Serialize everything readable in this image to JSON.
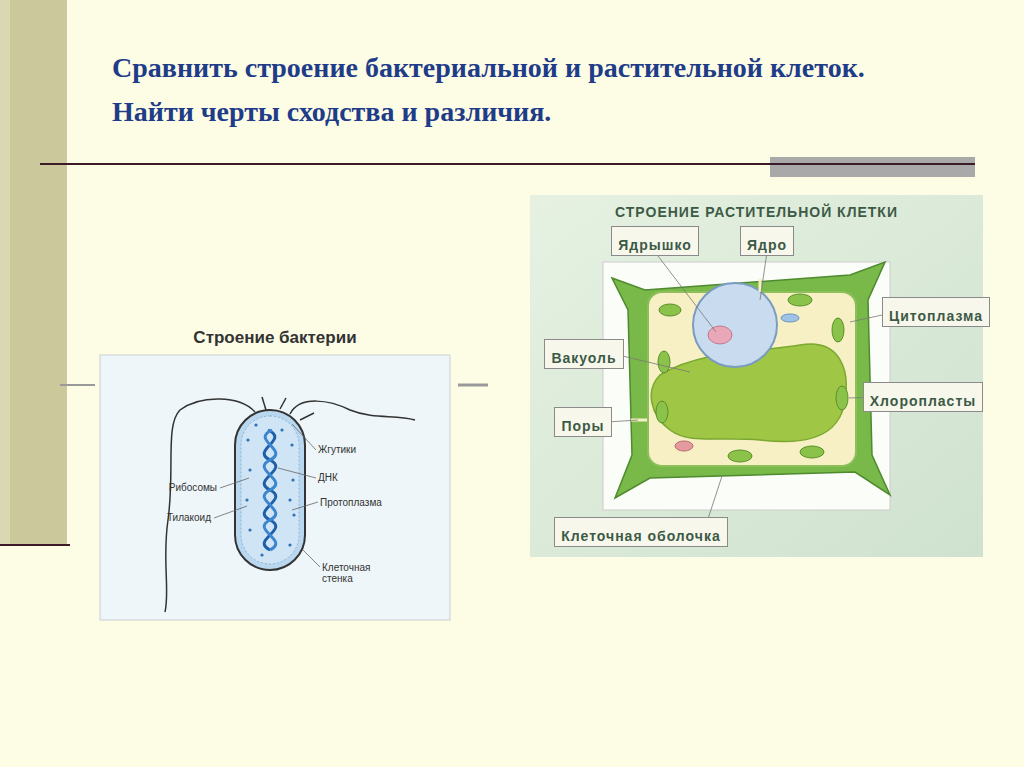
{
  "diagram": {
    "title": "Сравнить строение бактериальной и растительной клеток. Найти черты сходства и различия.",
    "nodes": [
      {
        "text": [
          "Строение бактерии"
        ]
      },
      {
        "text": [
          "СТРОЕНИЕ РАСТИТЕЛЬНОЙ КЛЕТКИ"
        ]
      },
      {
        "text": [
          "Ядрышко"
        ],
        "in": 1
      },
      {
        "text": [
          "Ядро"
        ],
        "in": 1
      },
      {
        "text": [
          "Цитоплазма"
        ],
        "in": 1
      },
      {
        "text": [
          "Вакуоль"
        ],
        "in": 1
      },
      {
        "text": [
          "Хлоропласты"
        ],
        "in": 1
      },
      {
        "text": [
          "Поры"
        ],
        "in": 1
      },
      {
        "text": [
          "Клеточная оболочка"
        ],
        "in": 1
      }
    ],
    "labels": [
      "Жгутики",
      "ДНК",
      "Протоплазма",
      "Рибосомы",
      "Тилакоид",
      "Клеточная стенка"
    ]
  }
}
